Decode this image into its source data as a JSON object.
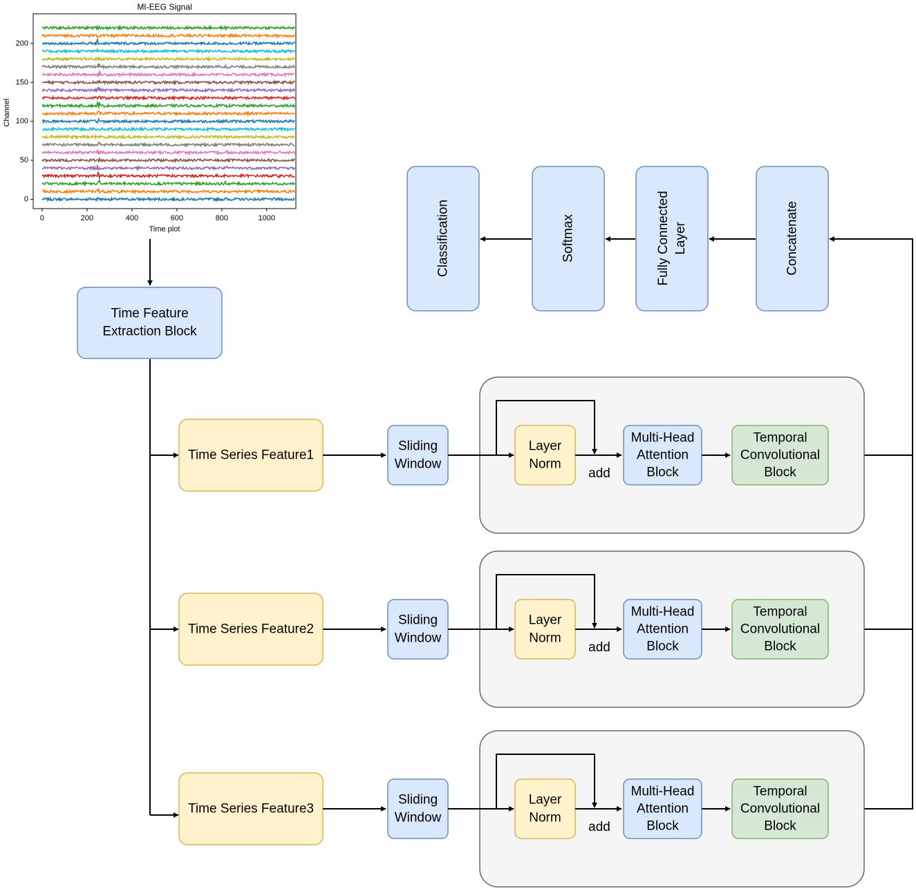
{
  "eeg_plot": {
    "title": "MI-EEG Signal",
    "xlabel": "Time plot",
    "ylabel": "Channel"
  },
  "chart_data": {
    "type": "line",
    "title": "MI-EEG Signal",
    "xlabel": "Time plot",
    "ylabel": "Channel",
    "xlim": [
      -40,
      1130
    ],
    "ylim": [
      -12,
      238
    ],
    "x_ticks": [
      0,
      200,
      400,
      600,
      800,
      1000
    ],
    "y_ticks": [
      0,
      50,
      100,
      150,
      200
    ],
    "x_range": [
      0,
      1125
    ],
    "series_offsets": [
      0,
      10,
      20,
      30,
      40,
      50,
      60,
      70,
      80,
      90,
      100,
      110,
      120,
      130,
      140,
      150,
      160,
      170,
      180,
      190,
      200,
      210,
      220
    ],
    "series_colors": [
      "#1f77b4",
      "#ff7f0e",
      "#2ca02c",
      "#d62728",
      "#9467bd",
      "#8c564b",
      "#e377c2",
      "#7f7f7f",
      "#bcbd22",
      "#17becf"
    ],
    "grid": false
  },
  "blocks": {
    "time_feature": "Time Feature Extraction Block",
    "classification": "Classification",
    "softmax": "Softmax",
    "fully_connected": "Fully Connected Layer",
    "concatenate": "Concatenate"
  },
  "branches": [
    {
      "feature": "Time Series Feature1",
      "sliding": "Sliding Window",
      "layer_norm": "Layer Norm",
      "add": "add",
      "mha": "Multi-Head Attention Block",
      "tcb": "Temporal Convolutional Block"
    },
    {
      "feature": "Time Series Feature2",
      "sliding": "Sliding Window",
      "layer_norm": "Layer Norm",
      "add": "add",
      "mha": "Multi-Head Attention Block",
      "tcb": "Temporal Convolutional Block"
    },
    {
      "feature": "Time Series Feature3",
      "sliding": "Sliding Window",
      "layer_norm": "Layer Norm",
      "add": "add",
      "mha": "Multi-Head Attention Block",
      "tcb": "Temporal Convolutional Block"
    }
  ],
  "colors": {
    "blue_fill": "#dae8fc",
    "blue_stroke": "#6c8ebf",
    "yellow_fill": "#fff2cc",
    "yellow_stroke": "#d6b656",
    "green_fill": "#d5e8d4",
    "green_stroke": "#82b366",
    "group_fill": "#f5f5f5",
    "group_stroke": "#666666"
  }
}
